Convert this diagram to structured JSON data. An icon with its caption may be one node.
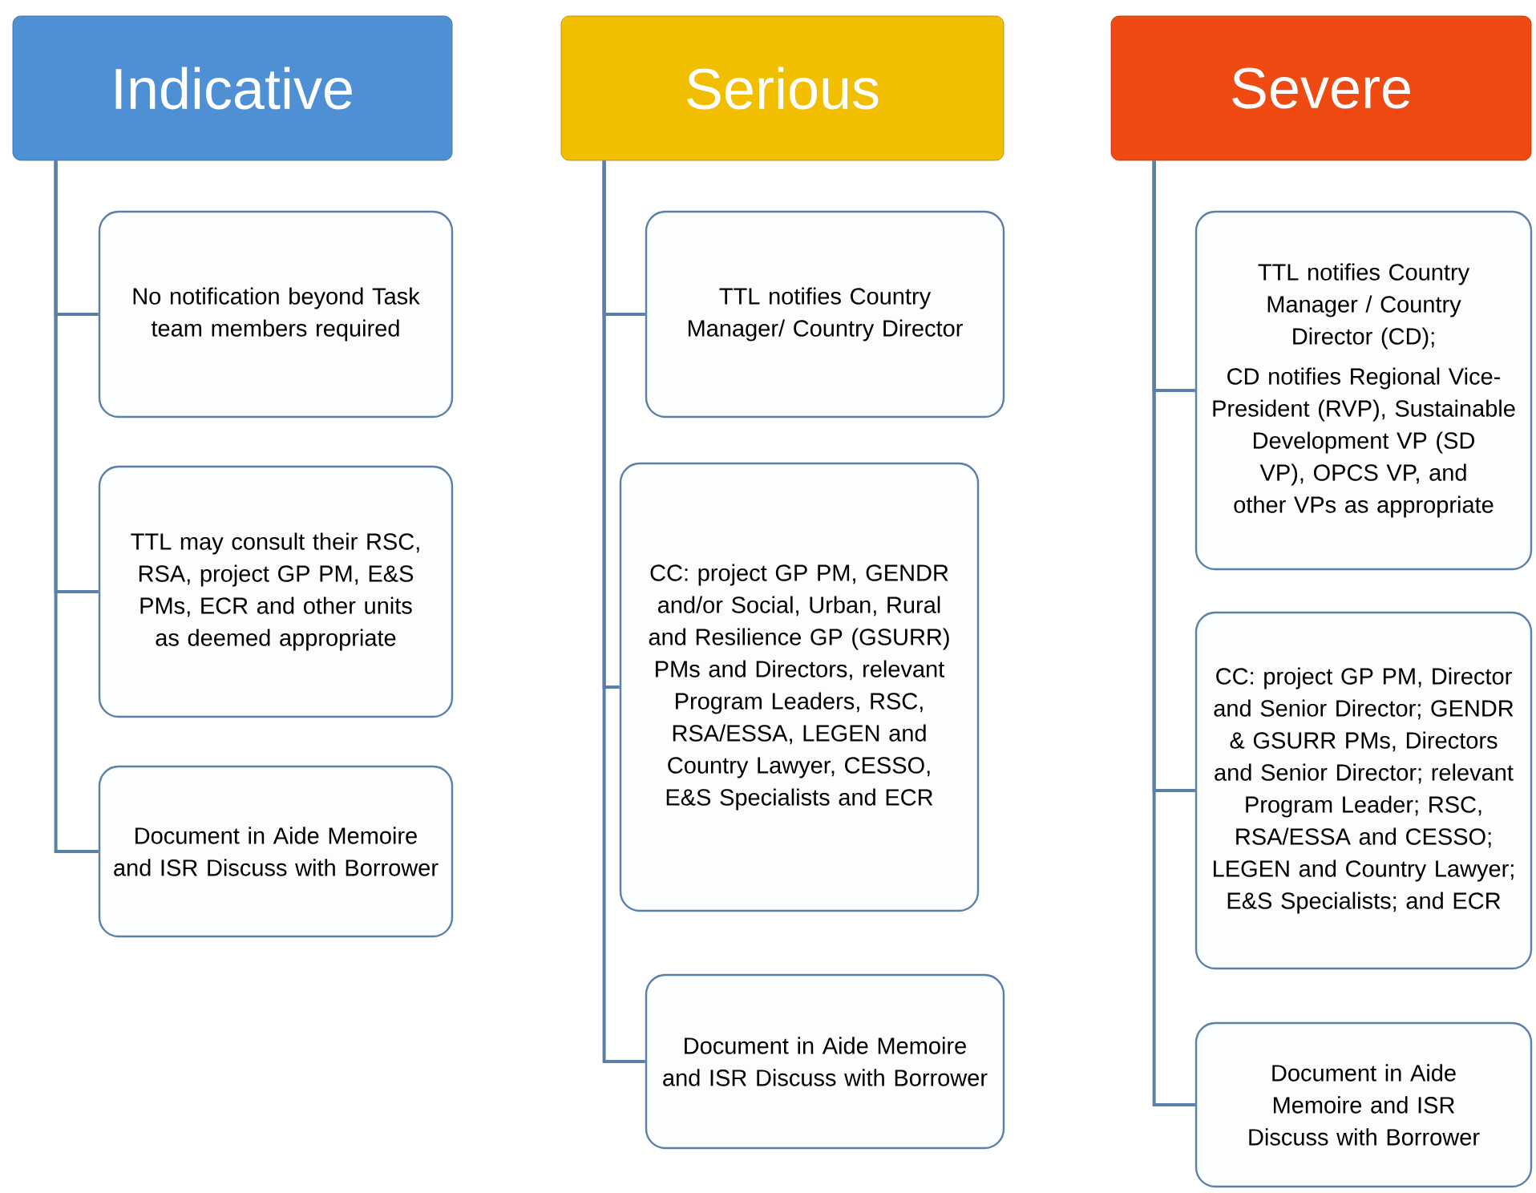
{
  "diagram": {
    "nodes": [
      {
        "text": [
          "Indicative"
        ]
      },
      {
        "text": [
          "No notification beyond Task team members required"
        ]
      },
      {
        "text": [
          "TTL may consult their RSC, RSA, project GP PM, E&S PMs, ECR and other units as deemed appropriate"
        ]
      },
      {
        "text": [
          "Document in Aide Memoire and ISR Discuss with Borrower"
        ]
      },
      {
        "text": [
          "Serious"
        ]
      },
      {
        "text": [
          "TTL notifies Country Manager/ Country Director"
        ]
      },
      {
        "text": [
          "CC: project GP PM, GENDR and/or Social, Urban, Rural and Resilience GP (GSURR) PMs and Directors, relevant Program Leaders, RSC, RSA/ESSA, LEGEN and Country Lawyer, CESSO, E&S Specialists and ECR"
        ]
      },
      {
        "text": [
          "Document in Aide Memoire and ISR Discuss with Borrower"
        ]
      },
      {
        "text": [
          "Severe"
        ]
      },
      {
        "text": [
          "TTL notifies Country Manager / Country Director (CD);",
          "CD notifies Regional Vice-President (RVP), Sustainable Development VP (SD VP), OPCS VP, and other VPs as appropriate"
        ]
      },
      {
        "text": [
          "CC: project GP PM, Director and Senior Director; GENDR & GSURR PMs,  Directors and Senior Director; relevant Program Leader; RSC, RSA/ESSA and CESSO; LEGEN and Country Lawyer; E&S Specialists; and ECR"
        ]
      },
      {
        "text": [
          "Document in Aide Memoire and ISR Discuss with Borrower"
        ]
      }
    ],
    "edges": [
      {
        "from": 0,
        "to": 1,
        "arrow": "none"
      },
      {
        "from": 0,
        "to": 2,
        "arrow": "none"
      },
      {
        "from": 0,
        "to": 3,
        "arrow": "none"
      },
      {
        "from": 4,
        "to": 5,
        "arrow": "none"
      },
      {
        "from": 4,
        "to": 6,
        "arrow": "none"
      },
      {
        "from": 4,
        "to": 7,
        "arrow": "none"
      },
      {
        "from": 8,
        "to": 9,
        "arrow": "none"
      },
      {
        "from": 8,
        "to": 10,
        "arrow": "none"
      },
      {
        "from": 8,
        "to": 11,
        "arrow": "none"
      }
    ]
  }
}
